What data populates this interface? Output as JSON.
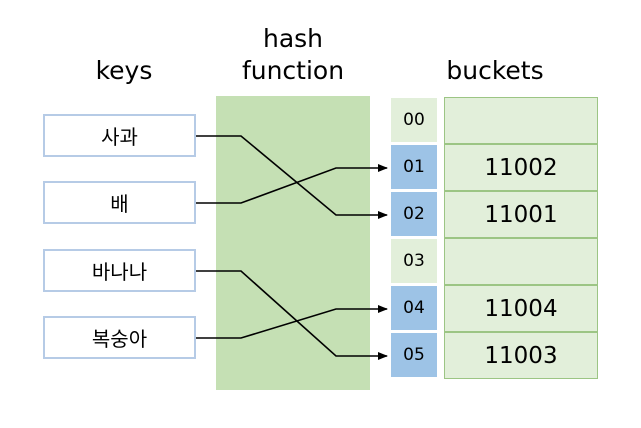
{
  "headings": {
    "keys": "keys",
    "hash_line1": "hash",
    "hash_line2": "function",
    "buckets": "buckets"
  },
  "colors": {
    "hash_fill": "#c5e0b4",
    "bucket_fill": "#e2efda",
    "bucket_border": "#9cc584",
    "index_highlight": "#9dc3e6",
    "index_plain": "#e2efda",
    "key_border": "#b6cbe6",
    "arrow": "#000000"
  },
  "keys": [
    {
      "label": "사과"
    },
    {
      "label": "배"
    },
    {
      "label": "바나나"
    },
    {
      "label": "복숭아"
    }
  ],
  "indices": [
    {
      "label": "00",
      "highlighted": false
    },
    {
      "label": "01",
      "highlighted": true
    },
    {
      "label": "02",
      "highlighted": true
    },
    {
      "label": "03",
      "highlighted": false
    },
    {
      "label": "04",
      "highlighted": true
    },
    {
      "label": "05",
      "highlighted": true
    }
  ],
  "buckets": [
    {
      "value": ""
    },
    {
      "value": "11002"
    },
    {
      "value": "11001"
    },
    {
      "value": ""
    },
    {
      "value": "11004"
    },
    {
      "value": "11003"
    }
  ],
  "mappings": [
    {
      "key": 0,
      "index": 2
    },
    {
      "key": 1,
      "index": 1
    },
    {
      "key": 2,
      "index": 5
    },
    {
      "key": 3,
      "index": 4
    }
  ]
}
